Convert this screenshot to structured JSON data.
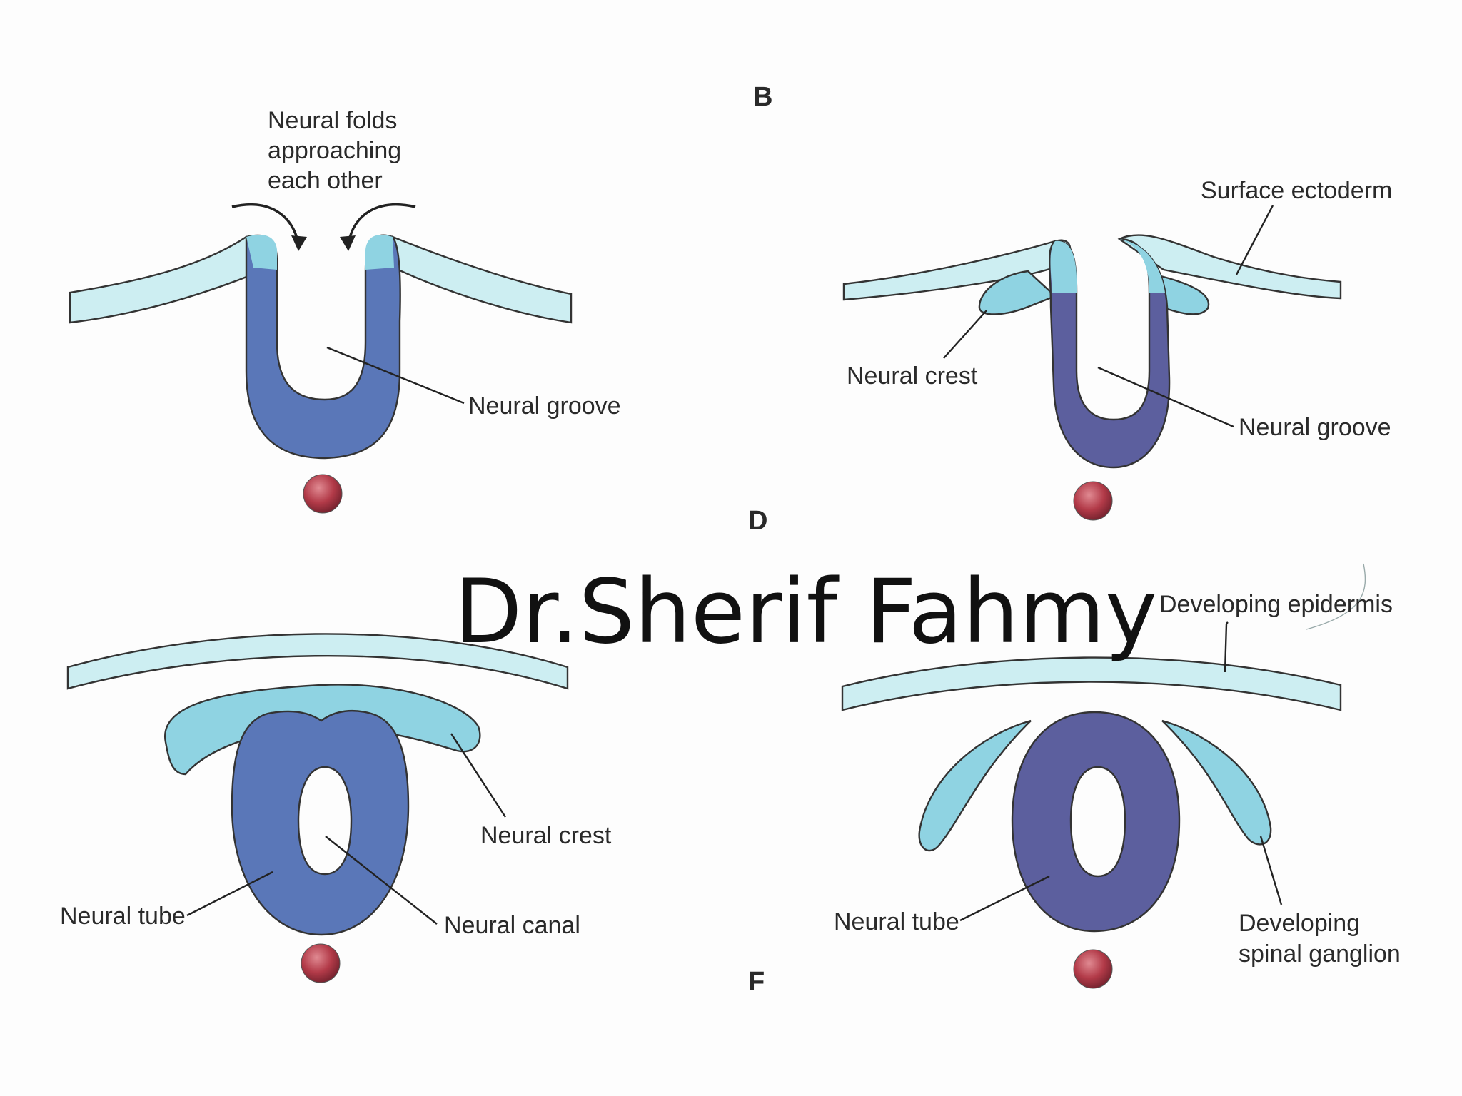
{
  "panels": {
    "B": {
      "letter": "B",
      "labels": {
        "folds_line1": "Neural folds",
        "folds_line2": "approaching",
        "folds_line3": "each other",
        "groove": "Neural groove"
      }
    },
    "C": {
      "labels": {
        "surface_ectoderm": "Surface ectoderm",
        "neural_crest": "Neural crest",
        "groove": "Neural groove"
      }
    },
    "D": {
      "letter": "D",
      "labels": {
        "neural_crest": "Neural crest",
        "neural_tube": "Neural tube",
        "neural_canal": "Neural canal"
      }
    },
    "E": {
      "labels": {
        "epidermis": "Developing epidermis",
        "neural_tube": "Neural tube",
        "ganglion_line1": "Developing",
        "ganglion_line2": "spinal ganglion"
      }
    },
    "F": {
      "letter": "F"
    }
  },
  "watermark": "Dr.Sherif Fahmy",
  "colors": {
    "ectoderm": "#cdeef2",
    "crest": "#8fd3e2",
    "neural_blue": "#5a77b8",
    "neural_purple": "#5c5f9e",
    "notochord": "#b23a48",
    "outline": "#333333"
  }
}
